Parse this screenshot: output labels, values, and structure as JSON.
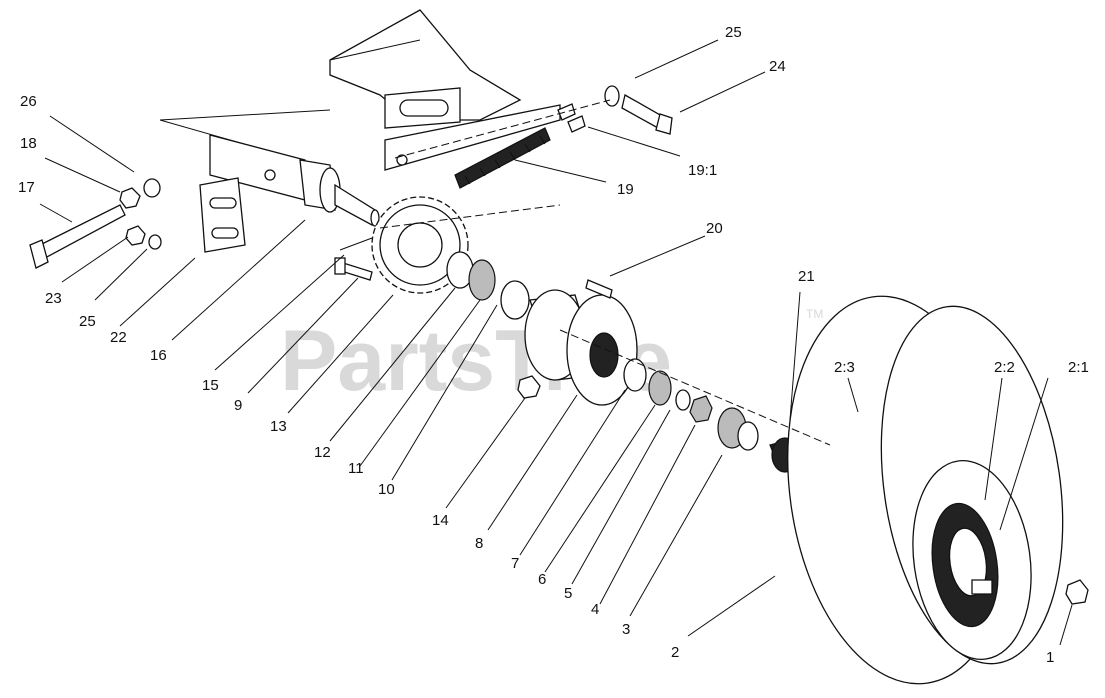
{
  "watermark": {
    "text": "PartsTree",
    "trademark": "TM"
  },
  "callouts": [
    {
      "id": "1",
      "text": "1"
    },
    {
      "id": "2",
      "text": "2"
    },
    {
      "id": "2_1",
      "text": "2:1"
    },
    {
      "id": "2_2",
      "text": "2:2"
    },
    {
      "id": "2_3",
      "text": "2:3"
    },
    {
      "id": "3",
      "text": "3"
    },
    {
      "id": "4",
      "text": "4"
    },
    {
      "id": "5",
      "text": "5"
    },
    {
      "id": "6",
      "text": "6"
    },
    {
      "id": "7",
      "text": "7"
    },
    {
      "id": "8",
      "text": "8"
    },
    {
      "id": "9",
      "text": "9"
    },
    {
      "id": "10",
      "text": "10"
    },
    {
      "id": "11",
      "text": "11"
    },
    {
      "id": "12",
      "text": "12"
    },
    {
      "id": "13",
      "text": "13"
    },
    {
      "id": "14",
      "text": "14"
    },
    {
      "id": "15",
      "text": "15"
    },
    {
      "id": "16",
      "text": "16"
    },
    {
      "id": "17",
      "text": "17"
    },
    {
      "id": "18",
      "text": "18"
    },
    {
      "id": "19",
      "text": "19"
    },
    {
      "id": "19_1",
      "text": "19:1"
    },
    {
      "id": "20",
      "text": "20"
    },
    {
      "id": "21",
      "text": "21"
    },
    {
      "id": "22",
      "text": "22"
    },
    {
      "id": "23",
      "text": "23"
    },
    {
      "id": "24",
      "text": "24"
    },
    {
      "id": "25a",
      "text": "25"
    },
    {
      "id": "25b",
      "text": "25"
    },
    {
      "id": "26",
      "text": "26"
    }
  ]
}
